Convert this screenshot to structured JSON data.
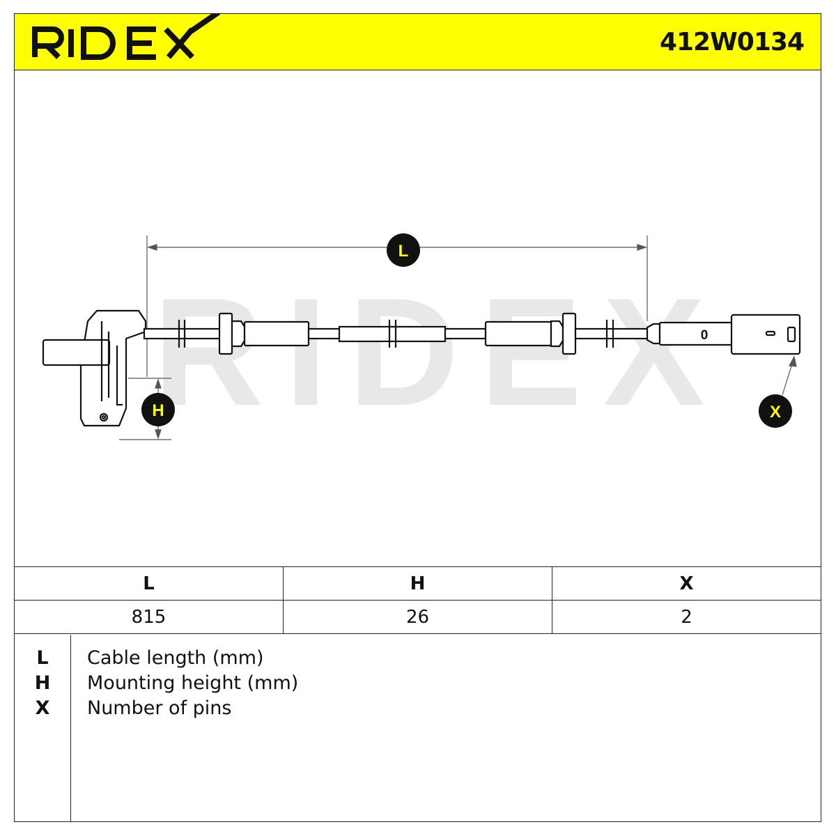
{
  "header": {
    "brand": "RIDEX",
    "part_number": "412W0134",
    "accent_color": "#ffff00"
  },
  "drawing": {
    "watermark": "RIDEX",
    "labels": {
      "length": "L",
      "height": "H",
      "pins": "X"
    },
    "connector_mark": "0"
  },
  "spec_table": {
    "headers": [
      "L",
      "H",
      "X"
    ],
    "values": [
      "815",
      "26",
      "2"
    ]
  },
  "legend": [
    {
      "key": "L",
      "text": "Cable length (mm)"
    },
    {
      "key": "H",
      "text": "Mounting height (mm)"
    },
    {
      "key": "X",
      "text": "Number of pins"
    }
  ]
}
